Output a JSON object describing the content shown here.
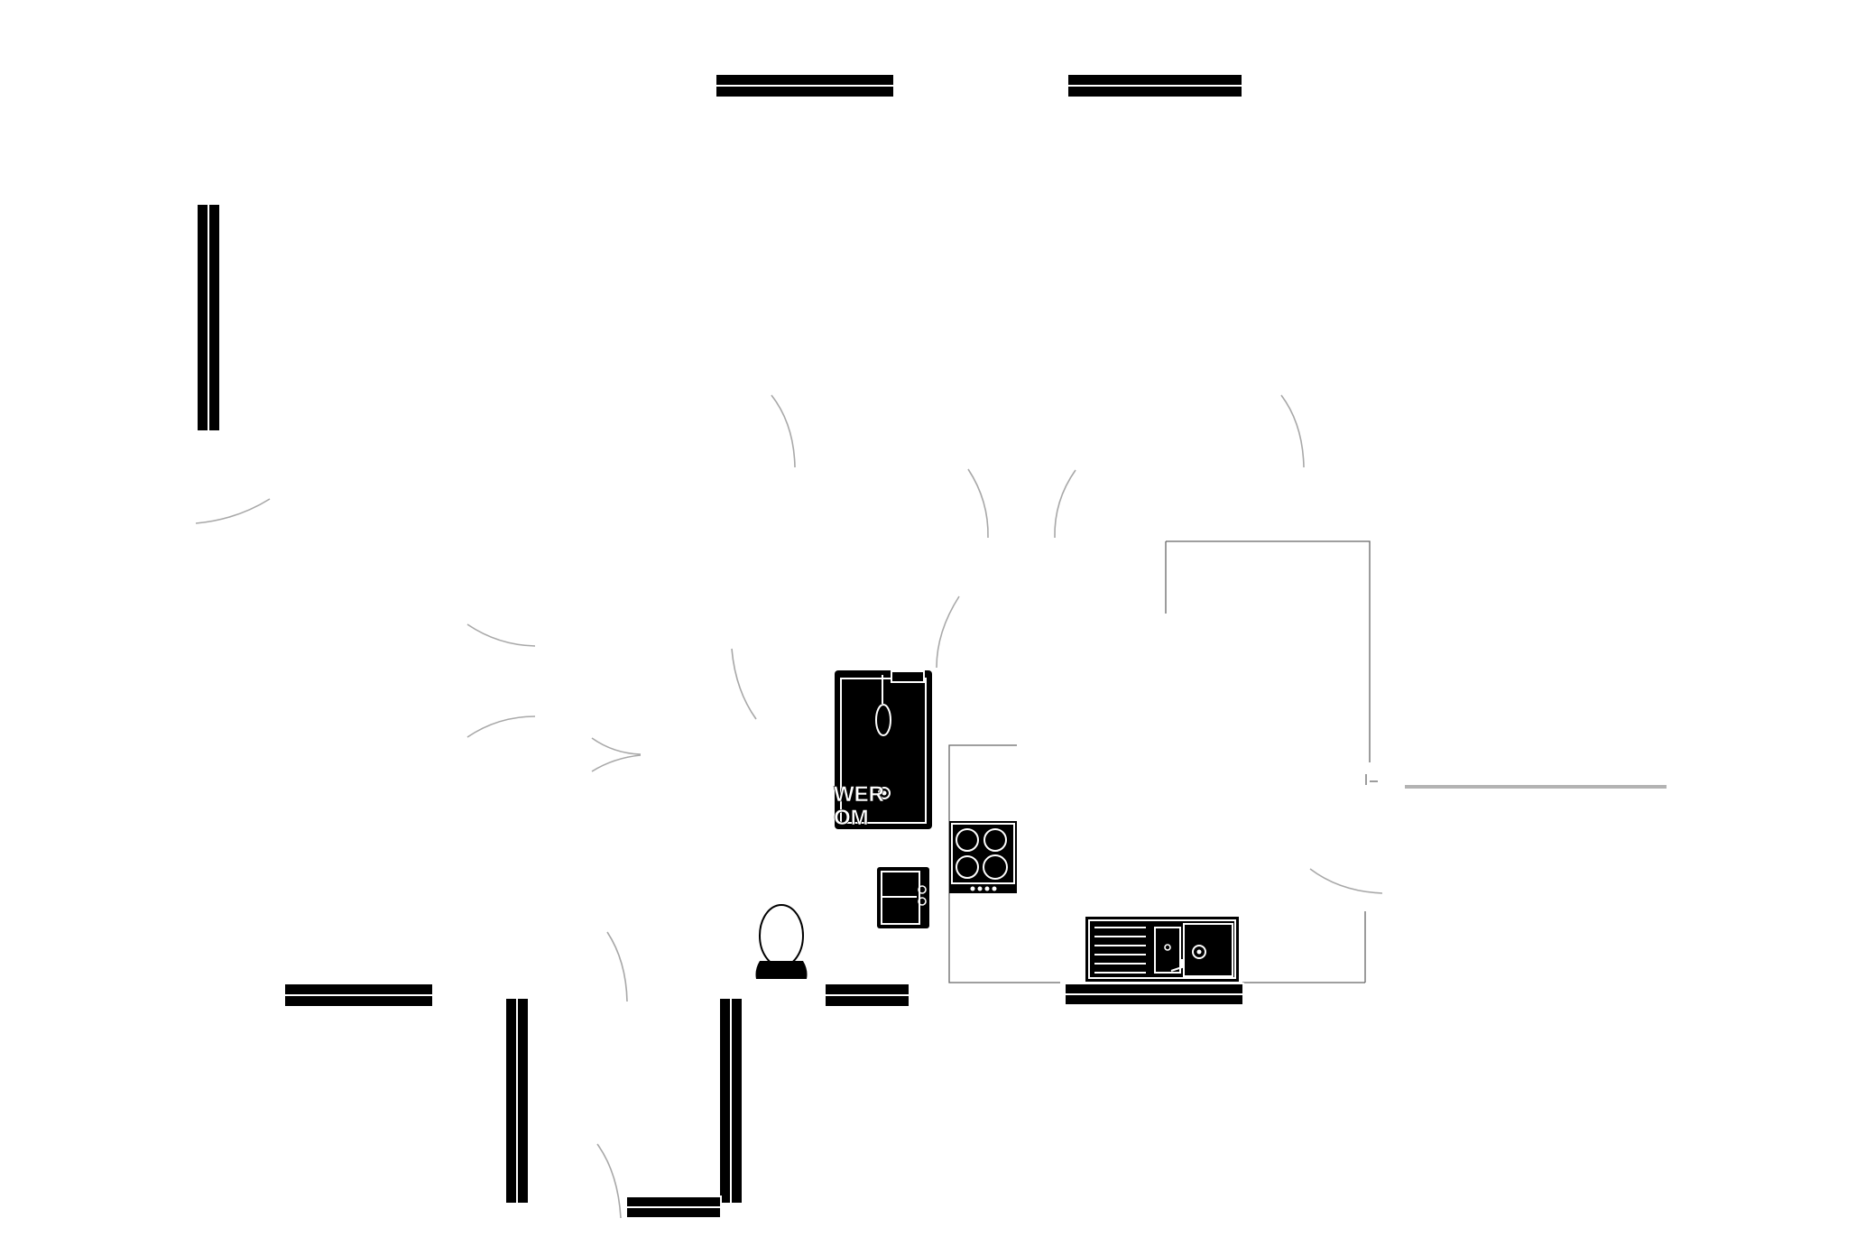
{
  "diagram": {
    "type": "floor-plan",
    "background_color": "#ffffff",
    "wall_color": "#000000",
    "door_swing_color": "#a8a8a8",
    "room_labels": [
      "WER",
      "OM"
    ],
    "fixtures": [
      "shower-tray",
      "toilet",
      "washbasin",
      "hob",
      "kitchen-sink"
    ]
  }
}
